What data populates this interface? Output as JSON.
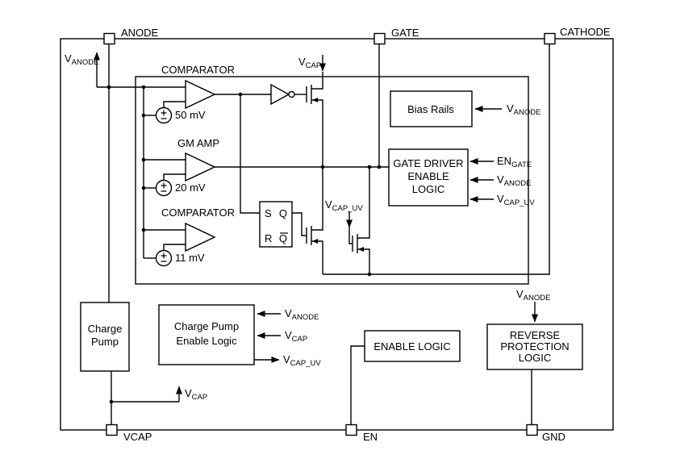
{
  "diagram": {
    "pins": {
      "anode": "ANODE",
      "gate": "GATE",
      "cathode": "CATHODE",
      "vcap": "VCAP",
      "en": "EN",
      "gnd": "GND"
    },
    "signals": {
      "v_anode": {
        "base": "V",
        "sub": "ANODE"
      },
      "v_cap": {
        "base": "V",
        "sub": "CAP"
      },
      "v_cap_uv": {
        "base": "V",
        "sub": "CAP_UV"
      },
      "en_gate": {
        "base": "EN",
        "sub": "GATE"
      }
    },
    "analog": {
      "comparator_top_label": "COMPARATOR",
      "gm_amp_label": "GM AMP",
      "comparator_bottom_label": "COMPARATOR",
      "offset_top": "50 mV",
      "offset_mid": "20 mV",
      "offset_bottom": "11 mV",
      "latch": {
        "s": "S",
        "q": "Q",
        "r": "R",
        "qbar": "Q"
      }
    },
    "blocks": {
      "bias_rails": "Bias Rails",
      "gate_driver": {
        "l1": "GATE DRIVER",
        "l2": "ENABLE",
        "l3": "LOGIC"
      },
      "charge_pump": {
        "l1": "Charge",
        "l2": "Pump"
      },
      "charge_pump_enable": {
        "l1": "Charge Pump",
        "l2": "Enable Logic"
      },
      "enable_logic": "ENABLE LOGIC",
      "reverse_protection": {
        "l1": "REVERSE",
        "l2": "PROTECTION",
        "l3": "LOGIC"
      }
    },
    "colors": {
      "ink": "#000000",
      "paper": "#ffffff"
    }
  }
}
